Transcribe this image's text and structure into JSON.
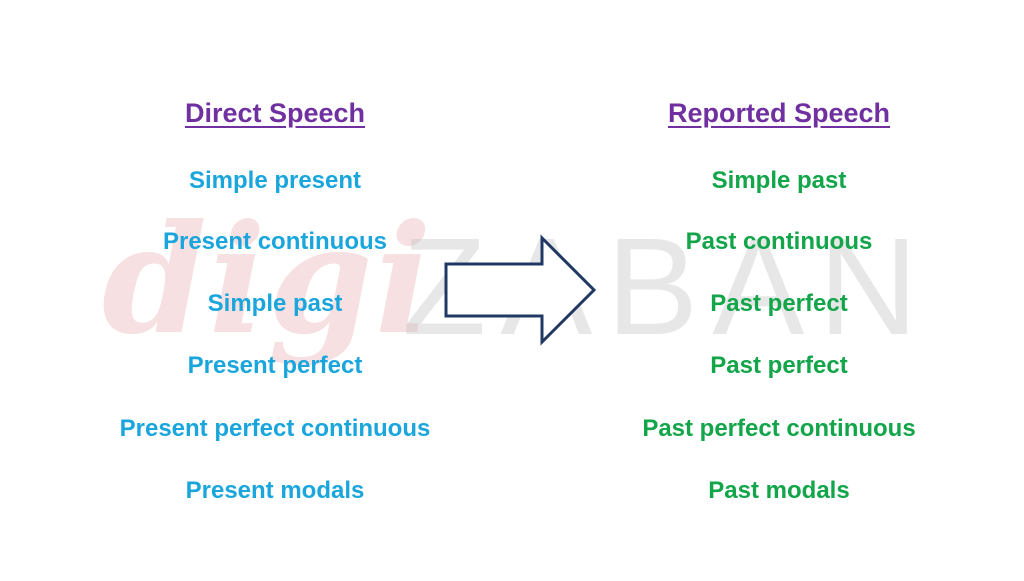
{
  "watermark": {
    "part1": "digi",
    "part2": "ZABAN"
  },
  "direct": {
    "heading": "Direct Speech",
    "items": [
      "Simple present",
      "Present continuous",
      "Simple past",
      "Present perfect",
      "Present perfect continuous",
      "Present modals"
    ]
  },
  "reported": {
    "heading": "Reported Speech",
    "items": [
      "Simple past",
      "Past continuous",
      "Past perfect",
      "Past perfect",
      "Past perfect continuous",
      "Past modals"
    ]
  },
  "colors": {
    "heading": "#7030a0",
    "direct_items": "#1aa6dc",
    "reported_items": "#12a54a",
    "arrow_stroke": "#1f3864"
  }
}
